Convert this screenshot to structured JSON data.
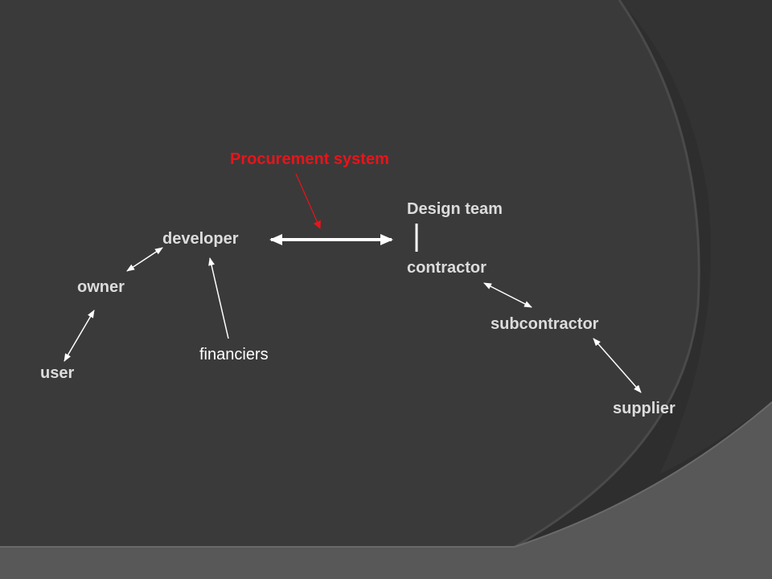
{
  "colors": {
    "background": "#2e2e2e",
    "panel": "#3a3a3a",
    "band": "#5a5a5a",
    "text": "#dcdcdc",
    "accent": "#e8141a",
    "arrow": "#ffffff"
  },
  "diagram": {
    "title": "Procurement system",
    "nodes": {
      "developer": "developer",
      "owner": "owner",
      "user": "user",
      "financiers": "financiers",
      "design_team": "Design team",
      "contractor": "contractor",
      "subcontractor": "subcontractor",
      "supplier": "supplier"
    },
    "connections": [
      {
        "from": "owner",
        "to": "developer",
        "type": "bidirectional"
      },
      {
        "from": "user",
        "to": "owner",
        "type": "bidirectional"
      },
      {
        "from": "financiers",
        "to": "developer",
        "type": "directed"
      },
      {
        "from": "developer",
        "to": "design_team/contractor",
        "type": "bidirectional-bold"
      },
      {
        "from": "design_team",
        "to": "contractor",
        "type": "link"
      },
      {
        "from": "contractor",
        "to": "subcontractor",
        "type": "bidirectional"
      },
      {
        "from": "subcontractor",
        "to": "supplier",
        "type": "bidirectional"
      },
      {
        "from": "title",
        "to": "developer-arrow",
        "type": "pointer"
      }
    ]
  }
}
